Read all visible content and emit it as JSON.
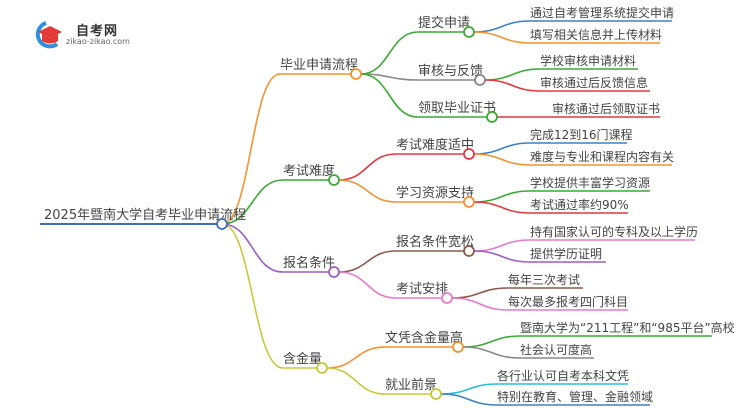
{
  "logo": {
    "title": "自考网",
    "url": "zikao-zikao.com"
  },
  "root": "2025年暨南大学自考毕业申请流程",
  "colors": {
    "root": "#3f6fb5"
  },
  "branches": [
    {
      "label": "毕业申请流程",
      "color": "#f5922f",
      "children": [
        {
          "label": "提交申请",
          "color": "#3aaa35",
          "children": [
            {
              "label": "通过自考管理系统提交申请",
              "color": "#3b82c4"
            },
            {
              "label": "填写相关信息并上传材料",
              "color": "#f5922f"
            }
          ]
        },
        {
          "label": "审核与反馈",
          "color": "#888888",
          "children": [
            {
              "label": "学校审核申请材料",
              "color": "#3aaa35"
            },
            {
              "label": "审核通过后反馈信息",
              "color": "#e0383e"
            }
          ]
        },
        {
          "label": "领取毕业证书",
          "color": "#3aaa35",
          "children": [
            {
              "label": "审核通过后领取证书",
              "color": "#e0383e"
            }
          ]
        }
      ]
    },
    {
      "label": "考试难度",
      "color": "#3aaa35",
      "children": [
        {
          "label": "考试难度适中",
          "color": "#e0383e",
          "children": [
            {
              "label": "完成12到16门课程",
              "color": "#3b82c4"
            },
            {
              "label": "难度与专业和课程内容有关",
              "color": "#f5922f"
            }
          ]
        },
        {
          "label": "学习资源支持",
          "color": "#f5922f",
          "children": [
            {
              "label": "学校提供丰富学习资源",
              "color": "#3aaa35"
            },
            {
              "label": "考试通过率约90%",
              "color": "#e0383e"
            }
          ]
        }
      ]
    },
    {
      "label": "报名条件",
      "color": "#9b5fc0",
      "children": [
        {
          "label": "报名条件宽松",
          "color": "#8b5a4a",
          "children": [
            {
              "label": "持有国家认可的专科及以上学历",
              "color": "#e67ac8"
            },
            {
              "label": "提供学历证明",
              "color": "#9b5fc0"
            }
          ]
        },
        {
          "label": "考试安排",
          "color": "#e67ac8",
          "children": [
            {
              "label": "每年三次考试",
              "color": "#8b5a4a"
            },
            {
              "label": "每次最多报考四门科目",
              "color": "#e67ac8"
            }
          ]
        }
      ]
    },
    {
      "label": "含金量",
      "color": "#c8c83a",
      "children": [
        {
          "label": "文凭含金量高",
          "color": "#f5922f",
          "children": [
            {
              "label": "暨南大学为“211工程”和“985平台”高校",
              "color": "#3aaa35"
            },
            {
              "label": "社会认可度高",
              "color": "#888888"
            }
          ]
        },
        {
          "label": "就业前景",
          "color": "#c8c83a",
          "children": [
            {
              "label": "各行业认可自考本科文凭",
              "color": "#26c0d8"
            },
            {
              "label": "特别在教育、管理、金融领域",
              "color": "#3b82c4"
            }
          ]
        }
      ]
    }
  ]
}
